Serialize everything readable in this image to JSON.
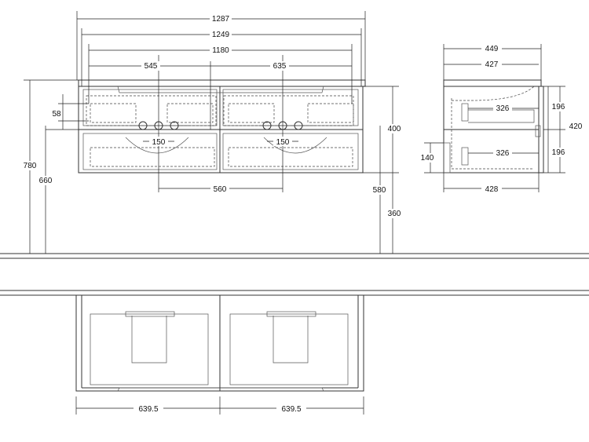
{
  "front_view": {
    "dims": {
      "overall_width": "1287",
      "body_width": "1249",
      "basin_span": "1180",
      "left_offset": "545",
      "right_offset": "635",
      "top_inset": "58",
      "drain_left": "150",
      "drain_right": "150",
      "drain_spacing": "560",
      "total_height": "780",
      "install_height": "660",
      "body_height": "400",
      "top_from_floor": "580",
      "bottom_from_floor": "360"
    }
  },
  "side_view": {
    "dims": {
      "overall_depth": "449",
      "top_depth": "427",
      "base_depth": "428",
      "upper_drawer_depth": "326",
      "lower_drawer_depth": "326",
      "upper_drawer_height": "196",
      "lower_drawer_height": "196",
      "body_height": "420",
      "siphon_height": "140"
    }
  },
  "top_view": {
    "dims": {
      "left_width": "639.5",
      "right_width": "639.5"
    }
  }
}
